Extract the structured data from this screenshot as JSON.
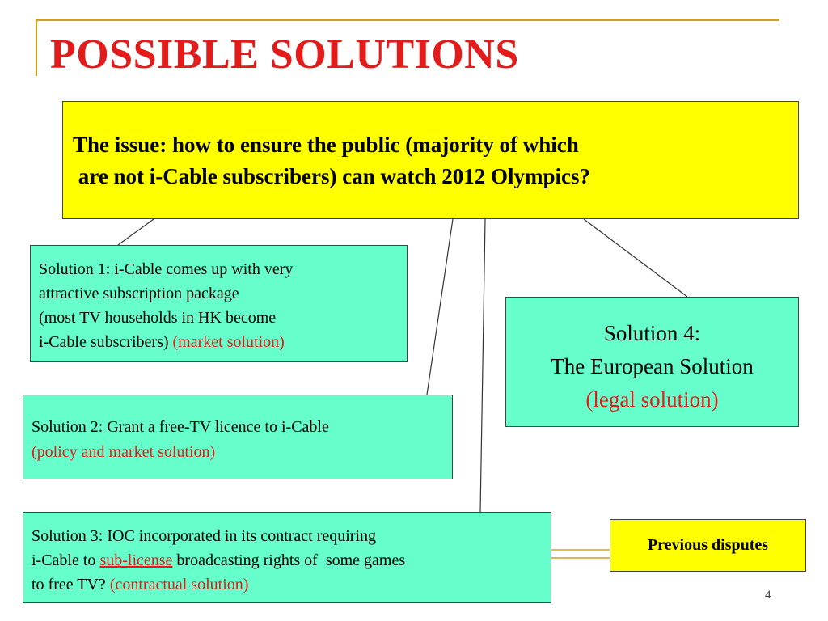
{
  "slide": {
    "title": "POSSIBLE SOLUTIONS",
    "number": "4"
  },
  "issue": {
    "line1": "The issue:  how to ensure the public (majority of  which",
    "line2": " are not i-Cable subscribers) can watch 2012 Olympics?"
  },
  "solution1": {
    "line1": "Solution 1: i-Cable comes up with very",
    "line2": "attractive subscription package",
    "line3": "(most TV households in HK become",
    "line4": "i-Cable subscribers) ",
    "tag": "(market solution)"
  },
  "solution2": {
    "line1": "Solution 2: Grant a free-TV licence to i-Cable",
    "tag": "(policy and market solution)"
  },
  "solution3": {
    "line1": "Solution 3: IOC incorporated in its contract requiring",
    "line2_pre": "i-Cable to ",
    "line2_link": "sub-license",
    "line2_post": " broadcasting rights of  some games",
    "line3": "to free TV? ",
    "tag": "(contractual solution)"
  },
  "solution4": {
    "line1": "Solution 4:",
    "line2": "The European Solution",
    "tag": "(legal solution)"
  },
  "previous": {
    "label": "Previous disputes"
  },
  "colors": {
    "title_red": "#e31b1b",
    "issue_yellow": "#ffff00",
    "solution_teal": "#66ffcc",
    "frame_gold": "#d4a017"
  }
}
